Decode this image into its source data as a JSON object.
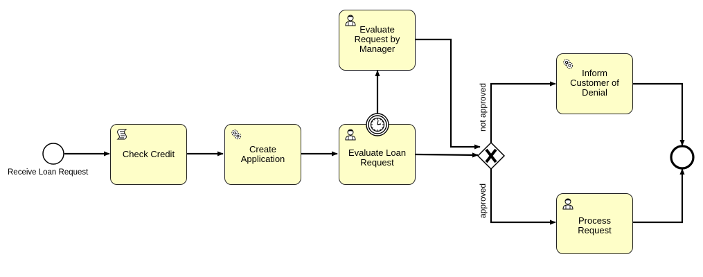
{
  "diagram": {
    "start_event": {
      "label": "Receive Loan Request"
    },
    "tasks": {
      "check_credit": {
        "label": "Check Credit",
        "icon": "script-icon"
      },
      "create_application": {
        "label": "Create Application",
        "icon": "gear-icon"
      },
      "evaluate_loan": {
        "label": "Evaluate Loan Request",
        "icon": "user-icon"
      },
      "evaluate_manager": {
        "label": "Evaluate Request by Manager",
        "icon": "user-icon"
      },
      "inform_customer": {
        "label": "Inform Customer of Denial",
        "icon": "gear-icon"
      },
      "process_request": {
        "label": "Process Request",
        "icon": "user-icon"
      }
    },
    "flows": {
      "not_approved": "not approved",
      "approved": "approved"
    },
    "colors": {
      "task_fill": "#fefec8",
      "stroke": "#000000"
    }
  }
}
